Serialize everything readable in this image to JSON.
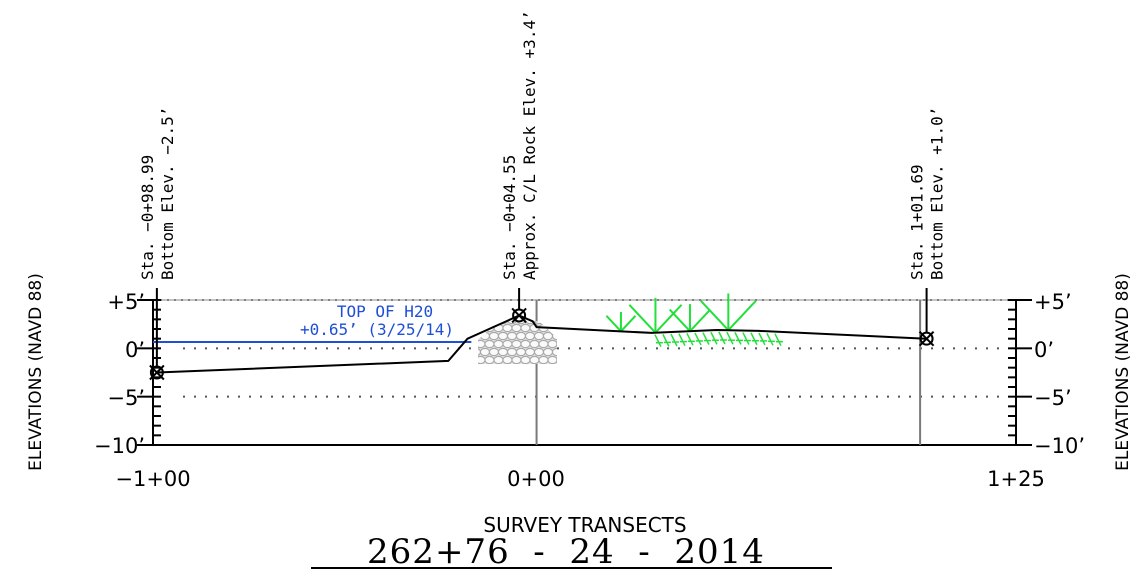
{
  "diagram": {
    "subtitle": "SURVEY TRANSECTS",
    "title": "262+76  -  24  -  2014",
    "y_axis_label_left": "ELEVATIONS (NAVD 88)",
    "y_axis_label_right": "ELEVATIONS (NAVD 88)",
    "colors": {
      "profile": "#000000",
      "water": "#1f4fd6",
      "vegetation": "#22e03a",
      "rock": "#b8b8b8",
      "grid": "#7a7a7a"
    }
  },
  "chart_data": {
    "type": "line",
    "xlabel": "",
    "ylabel": "ELEVATIONS (NAVD 88)",
    "xlim": [
      -100,
      125
    ],
    "ylim": [
      -10,
      5
    ],
    "x_ticks": [
      {
        "value": -100,
        "label": "−1+00"
      },
      {
        "value": 0,
        "label": "0+00"
      },
      {
        "value": 125,
        "label": "1+25"
      }
    ],
    "y_ticks": [
      {
        "value": 5,
        "label": "+5’"
      },
      {
        "value": 0,
        "label": "0’"
      },
      {
        "value": -5,
        "label": "−5’"
      },
      {
        "value": -10,
        "label": "−10’"
      }
    ],
    "dotted_lines_at": [
      0,
      -5
    ],
    "station_lines_at": [
      0,
      100
    ],
    "profile": {
      "name": "Survey transect",
      "x": [
        -98.99,
        -23,
        -18,
        -4.55,
        -1,
        0,
        30,
        47,
        58,
        101.69
      ],
      "y": [
        -2.5,
        -1.3,
        1.0,
        3.4,
        2.8,
        2.2,
        1.6,
        1.9,
        1.8,
        1.0
      ]
    },
    "markers": [
      {
        "x": -98.99,
        "y": -2.5,
        "line1": "Sta. −0+98.99",
        "line2": "Bottom Elev. −2.5’"
      },
      {
        "x": -4.55,
        "y": 3.4,
        "line1": "Sta. −0+04.55",
        "line2": "Approx. C/L Rock Elev. +3.4’"
      },
      {
        "x": 101.69,
        "y": 1.0,
        "line1": "Sta. 1+01.69",
        "line2": "Bottom Elev. +1.0’"
      }
    ],
    "water": {
      "elevation": 0.65,
      "x_from": -100,
      "x_to": -17,
      "label_line1": "TOP OF H20",
      "label_line2": "+0.65’ (3/25/14)"
    },
    "rock_zone": {
      "x_from": -16,
      "x_to": 6
    },
    "vegetation": [
      {
        "x": 22,
        "height": 2.0
      },
      {
        "x": 31,
        "height": 3.6
      },
      {
        "x": 40,
        "height": 2.8
      },
      {
        "x": 50,
        "height": 3.8
      }
    ]
  }
}
